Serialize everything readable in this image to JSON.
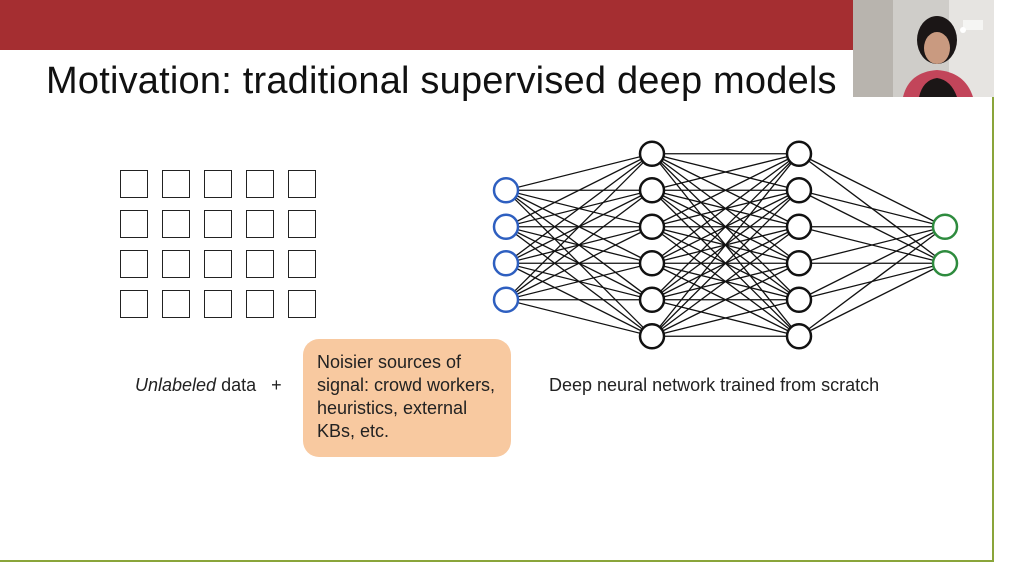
{
  "slide": {
    "title": "Motivation: traditional supervised deep models",
    "band_color": "#a52e31",
    "border_color": "#8aa53a"
  },
  "left": {
    "caption_italic": "Unlabeled",
    "caption_rest": " data",
    "plus": "+",
    "grid_rows": 4,
    "grid_cols": 5
  },
  "signal_box": {
    "text": "Noisier sources of signal: crowd workers, heuristics, external KBs, etc.",
    "color": "#f8c9a0"
  },
  "network": {
    "caption": "Deep neural network trained from scratch",
    "input_nodes": 4,
    "hidden_layer_1_nodes": 6,
    "hidden_layer_2_nodes": 6,
    "output_nodes": 2,
    "input_color": "#2e5fc0",
    "hidden_color": "#111111",
    "output_color": "#2e8b3e"
  },
  "video": {
    "icon": "presenter-webcam"
  }
}
